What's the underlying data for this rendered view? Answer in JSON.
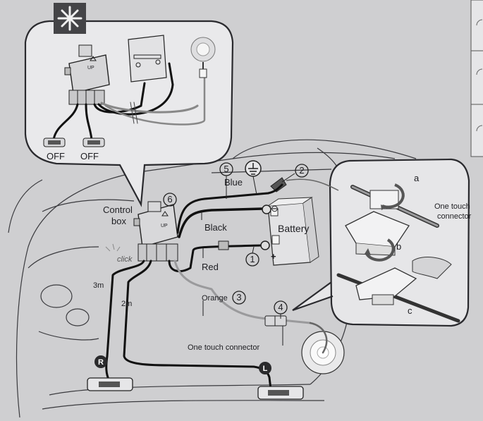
{
  "callouts": {
    "n1": "1",
    "n2": "2",
    "n3": "3",
    "n4": "4",
    "n5": "5",
    "n6": "6"
  },
  "labels": {
    "off_left": "OFF",
    "off_right": "OFF",
    "up_inset": "UP",
    "up_main": "UP",
    "control_box_line1": "Control",
    "control_box_line2": "box",
    "blue": "Blue",
    "black": "Black",
    "red": "Red",
    "orange": "Orange",
    "battery": "Battery",
    "plus": "+",
    "minus": "⊝",
    "click": "click",
    "len_3m": "3m",
    "len_2m": "2m",
    "one_touch_connector": "One touch connector",
    "one_touch_connector_right_line1": "One touch",
    "one_touch_connector_right_line2": "connector",
    "letter_a": "a",
    "letter_b": "b",
    "letter_c": "c",
    "badge_r": "R",
    "badge_l": "L"
  },
  "icons": {
    "tip": "asterisk-tip-icon",
    "ground": "ground-symbol-icon"
  },
  "colors": {
    "paper": "#cfcfd1",
    "ink": "#1e1e22",
    "wire_orange": "#9a9a9c",
    "badge": "#2a2a2c"
  }
}
